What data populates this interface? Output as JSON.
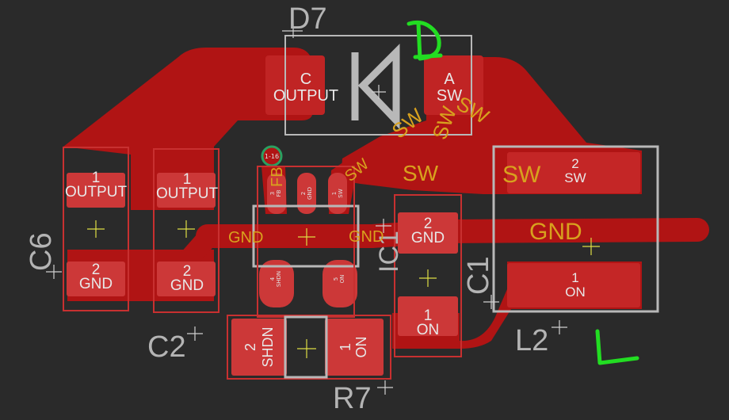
{
  "designators": {
    "d7": "D7",
    "c6": "C6",
    "c2": "C2",
    "c1": "C1",
    "l2": "L2",
    "r7": "R7",
    "ic1": "IC1"
  },
  "d7_pads": {
    "c_num": "C",
    "c_net": "OUTPUT",
    "a_num": "A",
    "a_net": "SW"
  },
  "c6_pads": {
    "p1_num": "1",
    "p1_net": "OUTPUT",
    "p2_num": "2",
    "p2_net": "GND"
  },
  "c2_pads": {
    "p1_num": "1",
    "p1_net": "OUTPUT",
    "p2_num": "2",
    "p2_net": "GND"
  },
  "c1_pads": {
    "p2_num": "2",
    "p2_net": "GND",
    "p1_num": "1",
    "p1_net": "ON"
  },
  "l2_pads": {
    "p2_num": "2",
    "p2_net": "SW",
    "p1_num": "1",
    "p1_net": "ON"
  },
  "r7_pads": {
    "p2_num": "2",
    "p2_net": "SHDN",
    "p1_num": "1",
    "p1_net": "ON"
  },
  "ic1_pins": {
    "p3_num": "3",
    "p3_net": "FB",
    "p2_num": "2",
    "p2_net": "GND",
    "p1_num": "1",
    "p1_net": "SW",
    "p4_num": "4",
    "p4_net": "SHDN",
    "p5_num": "5",
    "p5_net": "ON"
  },
  "net_labels": {
    "sw_diag_1": "SW",
    "sw_diag_2": "SW",
    "sw_diag_3": "SW",
    "sw_ic": "SW",
    "sw_mid": "SW",
    "sw_right": "SW",
    "fb": "FB",
    "gnd_left": "GND",
    "gnd_mid": "GND",
    "gnd_right": "GND"
  },
  "via_label": "1-16",
  "annotations": {
    "d_letter": "D",
    "l_letter": "L"
  },
  "colors": {
    "background": "#2a2a2a",
    "copper": "#b01414",
    "silkscreen": "#b4b4b4",
    "net_label": "#d8a11e",
    "annotation": "#22dd22"
  }
}
